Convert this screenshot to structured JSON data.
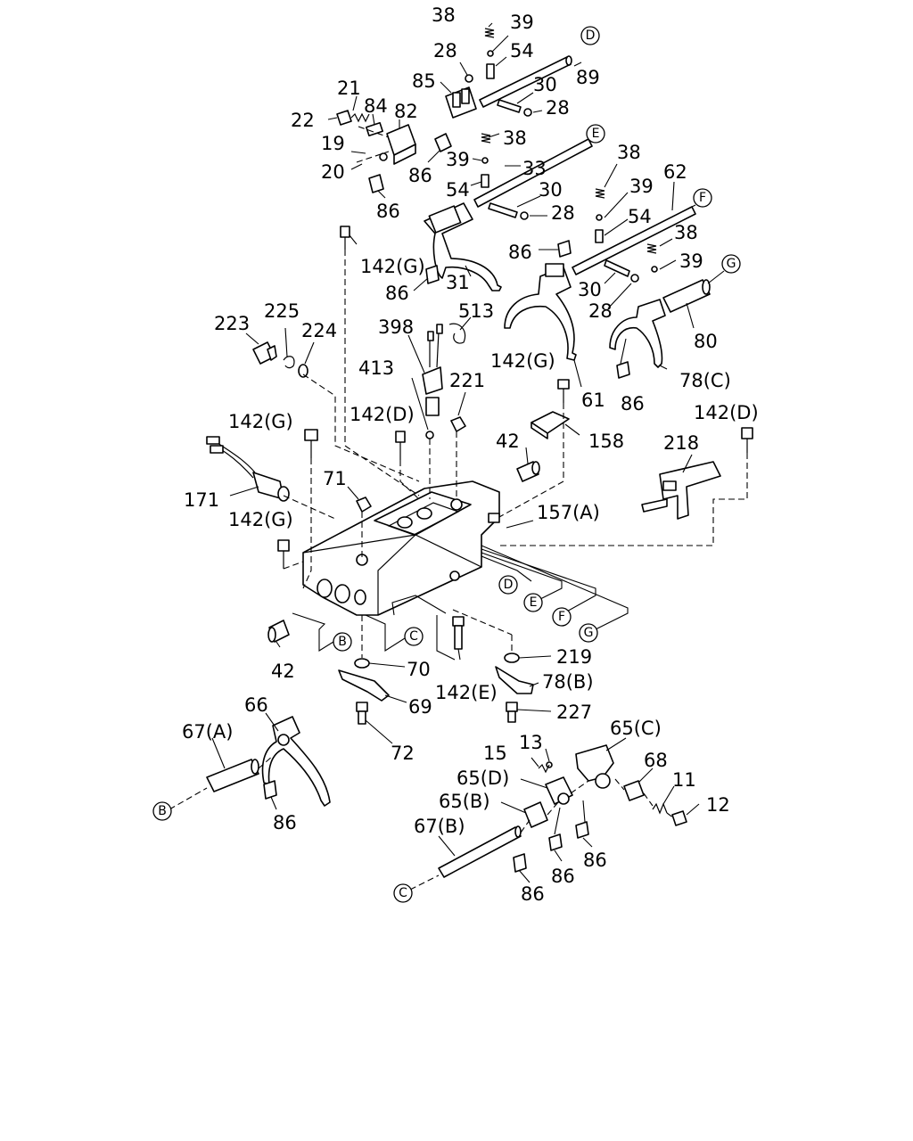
{
  "labels": {
    "l38a": "38",
    "l39a": "39",
    "l28a": "28",
    "l54a": "54",
    "l89": "89",
    "l85": "85",
    "l30a": "30",
    "l28b": "28",
    "l21": "21",
    "l84": "84",
    "l82": "82",
    "l22": "22",
    "l19": "19",
    "l20": "20",
    "l86a": "86",
    "l86b": "86",
    "l38b": "38",
    "l39b": "39",
    "l33": "33",
    "l54b": "54",
    "l30b": "30",
    "l28c": "28",
    "l38c": "38",
    "l39c": "39",
    "l62": "62",
    "l54c": "54",
    "l86c": "86",
    "l38d": "38",
    "l39d": "39",
    "l142g1": "142(G)",
    "l86d": "86",
    "l31": "31",
    "l30c": "30",
    "l28d": "28",
    "l80": "80",
    "l223": "223",
    "l225": "225",
    "l224": "224",
    "l398": "398",
    "l513": "513",
    "l413": "413",
    "l221": "221",
    "l142g2": "142(G)",
    "l61": "61",
    "l86e": "86",
    "l78c": "78(C)",
    "l142g3": "142(G)",
    "l142d1": "142(D)",
    "l42a": "42",
    "l158": "158",
    "l142d2": "142(D)",
    "l218": "218",
    "l171": "171",
    "l71": "71",
    "l157a": "157(A)",
    "l142g4": "142(G)",
    "l42b": "42",
    "l70": "70",
    "l219": "219",
    "l142e": "142(E)",
    "l78b": "78(B)",
    "l69": "69",
    "l227": "227",
    "l72": "72",
    "l66": "66",
    "l67a": "67(A)",
    "l86f": "86",
    "l15": "15",
    "l13": "13",
    "l65c": "65(C)",
    "l68": "68",
    "l65d": "65(D)",
    "l11": "11",
    "l12": "12",
    "l65b": "65(B)",
    "l67b": "67(B)",
    "l86g": "86",
    "l86h": "86",
    "l86i": "86"
  },
  "refs": {
    "D": "D",
    "E": "E",
    "F": "F",
    "G": "G",
    "B": "B",
    "C": "C"
  }
}
